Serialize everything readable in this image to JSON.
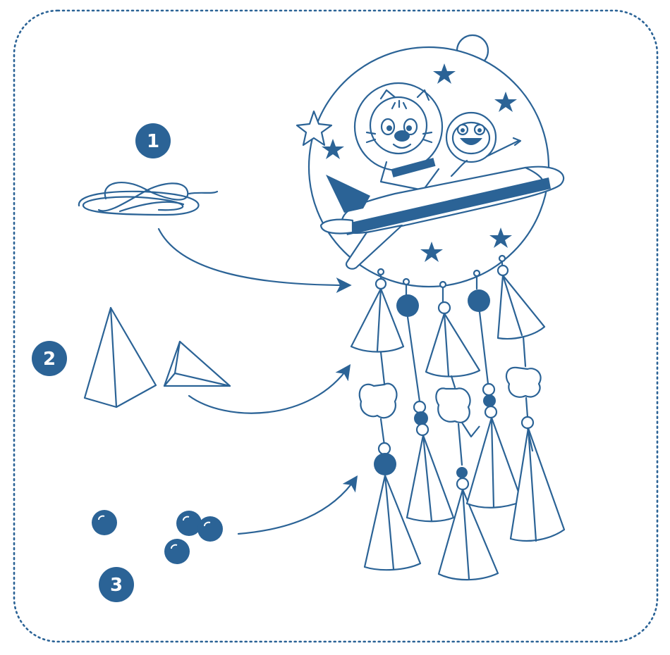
{
  "colors": {
    "primary": "#2b6396",
    "background": "#ffffff"
  },
  "steps": [
    {
      "number": "1",
      "material": "string-icon"
    },
    {
      "number": "2",
      "material": "paper-cone-icon"
    },
    {
      "number": "3",
      "material": "bead-icon"
    }
  ],
  "illustration": "space-mobile-tiger-frog-airplane"
}
